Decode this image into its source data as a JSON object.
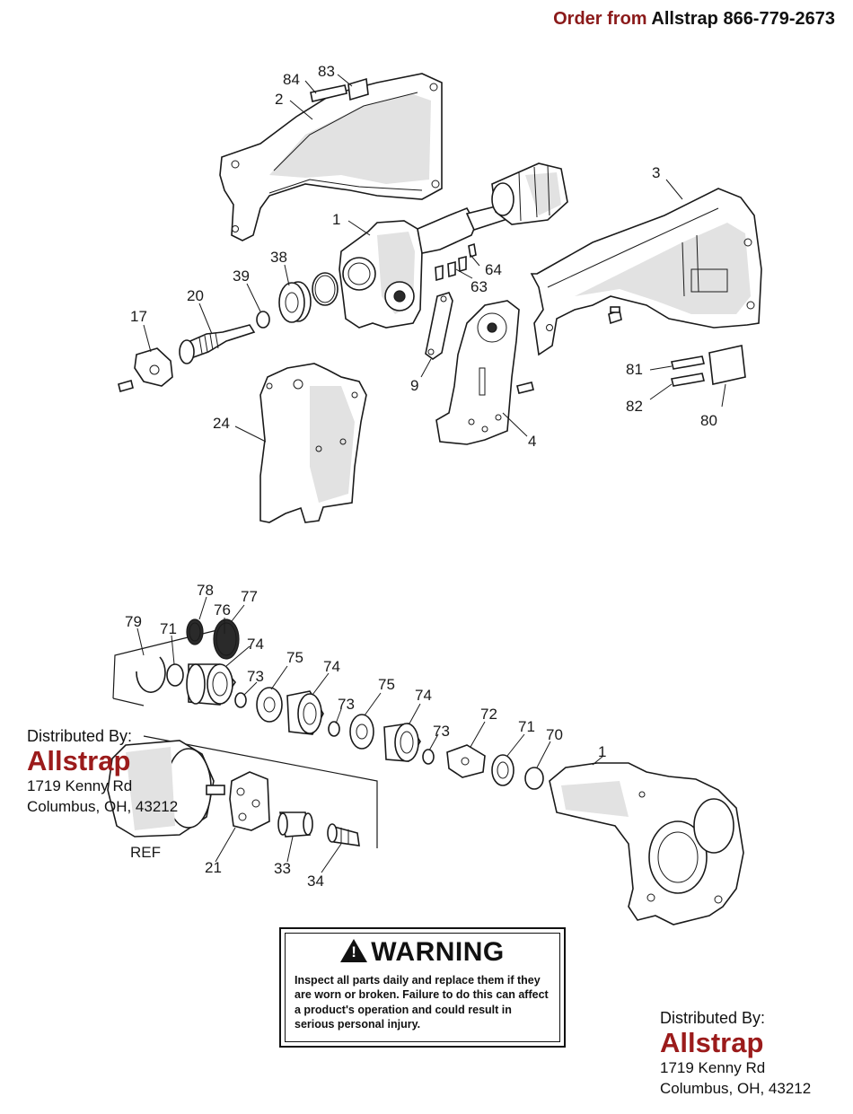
{
  "header": {
    "order_from": "Order from",
    "company_phone": "Allstrap 866-779-2673"
  },
  "callouts_upper": [
    "84",
    "83",
    "2",
    "3",
    "1",
    "38",
    "39",
    "20",
    "17",
    "64",
    "63",
    "9",
    "81",
    "82",
    "80",
    "4",
    "24"
  ],
  "callouts_lower": [
    "78",
    "76",
    "77",
    "79",
    "71",
    "74",
    "73",
    "75",
    "74",
    "73",
    "75",
    "74",
    "73",
    "72",
    "71",
    "70",
    "1",
    "REF",
    "21",
    "33",
    "34"
  ],
  "distributor_left": {
    "label": "Distributed By:",
    "brand": "Allstrap",
    "address_line1": "1719 Kenny Rd",
    "address_line2": "Columbus, OH, 43212"
  },
  "distributor_right": {
    "label": "Distributed By:",
    "brand": "Allstrap",
    "address_line1": "1719 Kenny Rd",
    "address_line2": "Columbus, OH, 43212"
  },
  "warning": {
    "title": "WARNING",
    "body": "Inspect all parts daily and replace them if they are worn or broken. Failure to do this can affect a product's operation and could result in serious personal injury."
  },
  "colors": {
    "brand_red": "#9b1b1b",
    "text": "#111111"
  }
}
